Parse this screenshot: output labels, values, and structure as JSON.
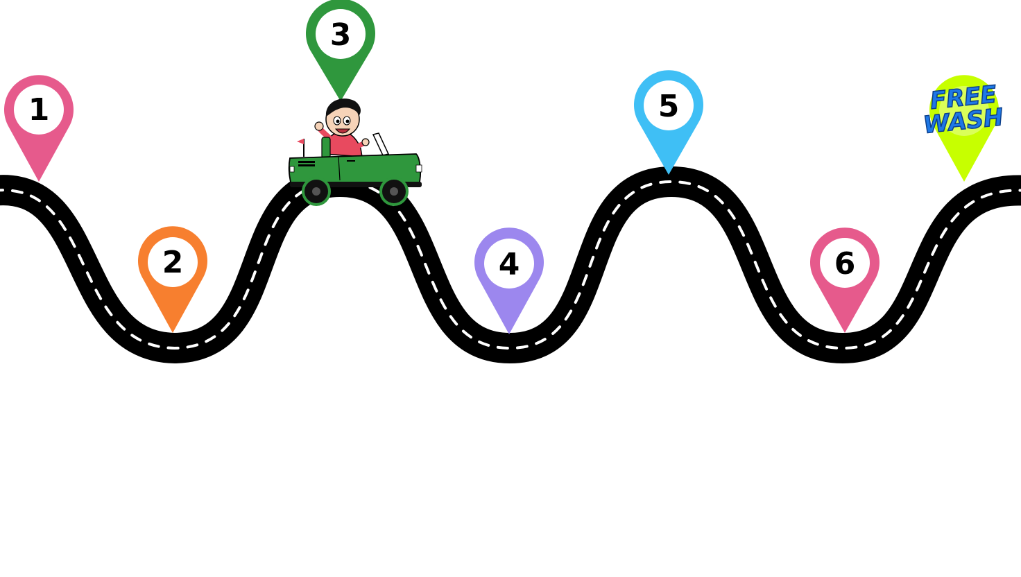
{
  "markers": [
    {
      "id": "marker-1",
      "label": "1",
      "color": "#e65a8c"
    },
    {
      "id": "marker-2",
      "label": "2",
      "color": "#f77f2f"
    },
    {
      "id": "marker-3",
      "label": "3",
      "color": "#2f973d"
    },
    {
      "id": "marker-4",
      "label": "4",
      "color": "#9c87ee"
    },
    {
      "id": "marker-5",
      "label": "5",
      "color": "#3fbff5"
    },
    {
      "id": "marker-6",
      "label": "6",
      "color": "#e65a8c"
    }
  ],
  "finish": {
    "line1": "FREE",
    "line2": "WASH",
    "color": "#c7ff00",
    "text_color": "#1e78e6"
  },
  "road": {
    "color": "#000000",
    "dash_color": "#ffffff"
  },
  "car": {
    "body_color": "#2f973d",
    "shirt_color": "#e84a5f",
    "icon": "car-with-boy-icon"
  }
}
